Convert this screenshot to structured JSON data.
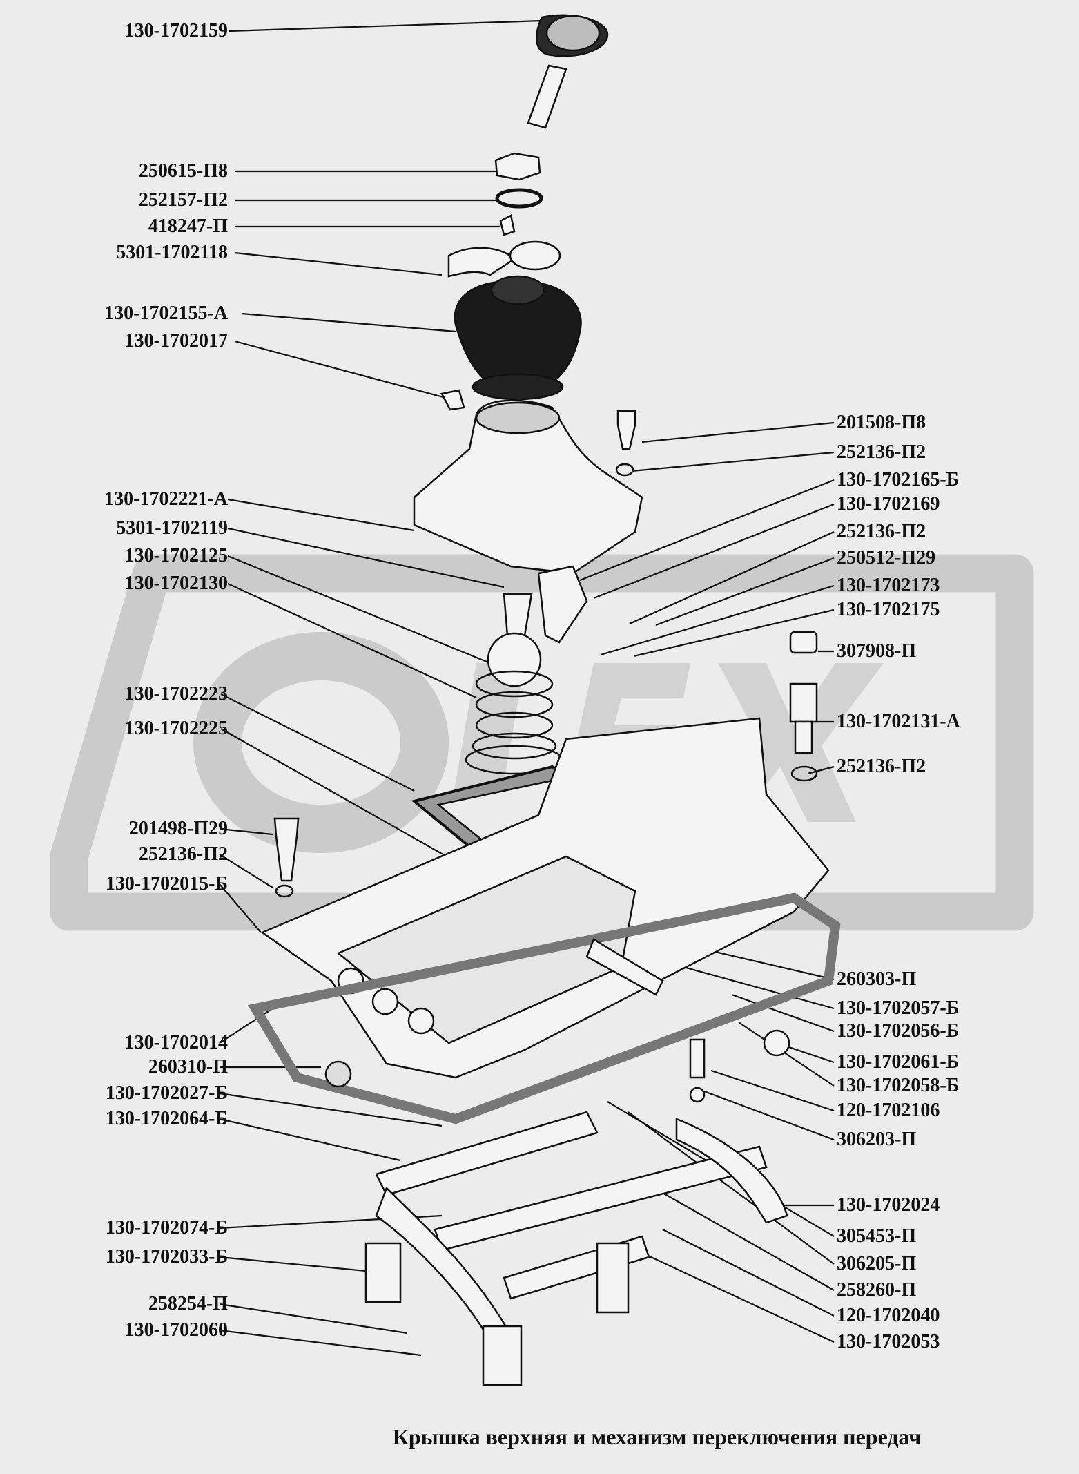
{
  "watermark": "OLEX",
  "caption": "Крышка верхняя и механизм переключения передач",
  "colors": {
    "background": "#ececec",
    "ink": "#111111",
    "watermark": "#cfcfcf"
  },
  "labels_left": [
    "130-1702159",
    "250615-П8",
    "252157-П2",
    "418247-П",
    "5301-1702118",
    "130-1702155-А",
    "130-1702017",
    "130-1702221-А",
    "5301-1702119",
    "130-1702125",
    "130-1702130",
    "130-1702223",
    "130-1702225",
    "201498-П29",
    "252136-П2",
    "130-1702015-Б",
    "130-1702014",
    "260310-П",
    "130-1702027-Б",
    "130-1702064-Б",
    "130-1702074-Б",
    "130-1702033-Б",
    "258254-П",
    "130-1702060"
  ],
  "labels_right": [
    "201508-П8",
    "252136-П2",
    "130-1702165-Б",
    "130-1702169",
    "252136-П2",
    "250512-П29",
    "130-1702173",
    "130-1702175",
    "307908-П",
    "130-1702131-А",
    "252136-П2",
    "260303-П",
    "130-1702057-Б",
    "130-1702056-Б",
    "130-1702061-Б",
    "130-1702058-Б",
    "120-1702106",
    "306203-П",
    "130-1702024",
    "305453-П",
    "306205-П",
    "258260-П",
    "120-1702040",
    "130-1702053"
  ]
}
